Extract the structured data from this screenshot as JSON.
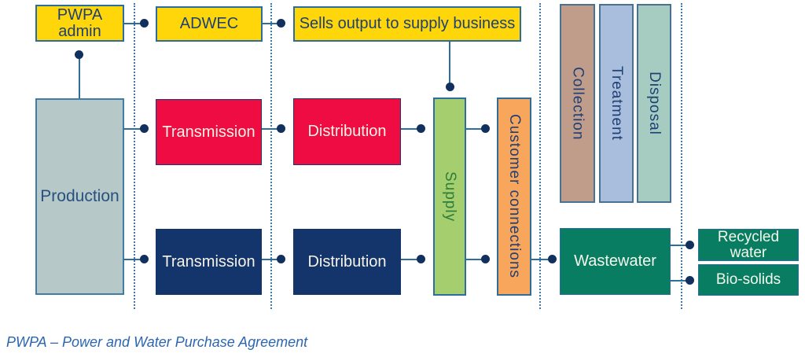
{
  "diagram": {
    "caption": "PWPA – Power and Water Purchase Agreement",
    "nodes": {
      "pwpa_admin": {
        "line1": "PWPA",
        "line2": "admin"
      },
      "adwec": {
        "label": "ADWEC"
      },
      "sells_output": {
        "label": "Sells output to supply business"
      },
      "production": {
        "label": "Production"
      },
      "power_transmission": {
        "label": "Transmission"
      },
      "power_distribution": {
        "label": "Distribution"
      },
      "water_transmission": {
        "label": "Transmission"
      },
      "water_distribution": {
        "label": "Distribution"
      },
      "supply": {
        "label": "Supply"
      },
      "customer_connections": {
        "label": "Customer connections"
      },
      "collection": {
        "label": "Collection"
      },
      "treatment": {
        "label": "Treatment"
      },
      "disposal": {
        "label": "Disposal"
      },
      "wastewater": {
        "label": "Wastewater"
      },
      "recycled_water": {
        "label": "Recycled water"
      },
      "bio_solids": {
        "label": "Bio-solids"
      }
    },
    "colors": {
      "yellow": "#FFD60A",
      "production_gray": "#B6C8C8",
      "power_red": "#EE0C42",
      "water_navy": "#14356B",
      "supply_green": "#A5CE6F",
      "connections_orange": "#F9A65D",
      "collection_tan": "#C09C8B",
      "treatment_blue": "#A9BEDC",
      "disposal_teal": "#A6CCC1",
      "wastewater_green": "#087D61",
      "line_blue": "#2E6E9C",
      "dot_navy": "#12305E",
      "label_navy": "#1E4075",
      "caption_blue": "#2C66B0"
    }
  }
}
